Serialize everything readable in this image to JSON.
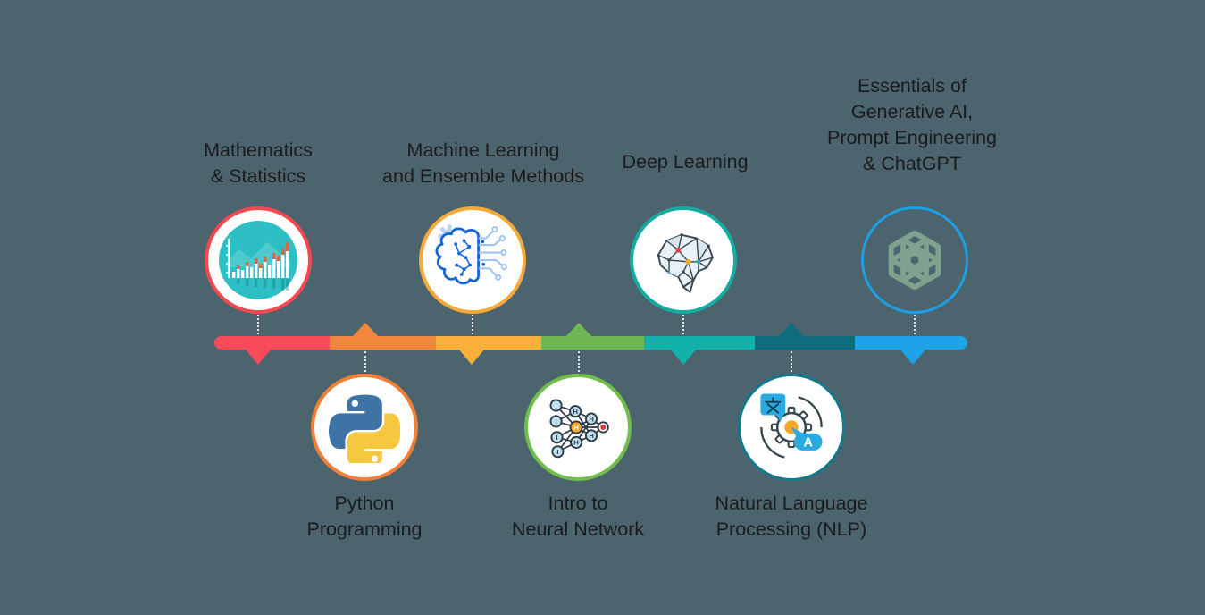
{
  "background_color": "#4C646E",
  "timeline": {
    "type": "alternating-horizontal-roadmap",
    "bar_segment_colors": [
      "#FA4B5A",
      "#F0873D",
      "#FBB03C",
      "#6FB755",
      "#12B2AB",
      "#0E6C7C",
      "#1EA3E8"
    ],
    "connector_style": "white-dotted-line",
    "items": [
      {
        "label_lines": [
          "Mathematics",
          "& Statistics"
        ],
        "side": "top",
        "icon": "statistics-bar-chart",
        "accent_color": "#F2484F",
        "icon_colors": [
          "#2EBFC5",
          "#E8603C",
          "#FFFFFF"
        ]
      },
      {
        "label_lines": [
          "Python",
          "Programming"
        ],
        "side": "bottom",
        "icon": "python-logo",
        "accent_color": "#F08038",
        "icon_colors": [
          "#3E73A6",
          "#F6C83F"
        ]
      },
      {
        "label_lines": [
          "Machine Learning",
          "and Ensemble Methods"
        ],
        "side": "top",
        "icon": "brain-circuit",
        "accent_color": "#F5A93B",
        "icon_colors": [
          "#1565D8",
          "#9FC2F2",
          "#BCD4F6"
        ]
      },
      {
        "label_lines": [
          "Intro to",
          "Neural Network"
        ],
        "side": "bottom",
        "icon": "neural-network-graph",
        "accent_color": "#72BE4D",
        "icon_colors": [
          "#BFE0EC",
          "#F5A623",
          "#D93B3B",
          "#2E3A46"
        ]
      },
      {
        "label_lines": [
          "Deep Learning"
        ],
        "side": "top",
        "icon": "polygonal-brain",
        "accent_color": "#16ABA0",
        "icon_colors": [
          "#E9F1F6",
          "#37474F",
          "#E34040",
          "#F2B01E",
          "#2BB5B8"
        ]
      },
      {
        "label_lines": [
          "Natural Language",
          "Processing (NLP)"
        ],
        "side": "bottom",
        "icon": "translation-gear",
        "accent_color": "#11798C",
        "icon_colors": [
          "#29ABE2",
          "#F5A623",
          "#37474F"
        ]
      },
      {
        "label_lines": [
          "Essentials of",
          "Generative AI,",
          "Prompt Engineering",
          "& ChatGPT"
        ],
        "side": "top",
        "icon": "openai-logo",
        "accent_color": "#1E9FE4",
        "icon_colors": [
          "#7FA28E"
        ]
      }
    ]
  },
  "icon_glyphs": {
    "neural_network": {
      "input_label": "I",
      "hidden_label": "H"
    },
    "nlp": {
      "bubble_latin": "A",
      "bubble_cjk": "文"
    }
  }
}
